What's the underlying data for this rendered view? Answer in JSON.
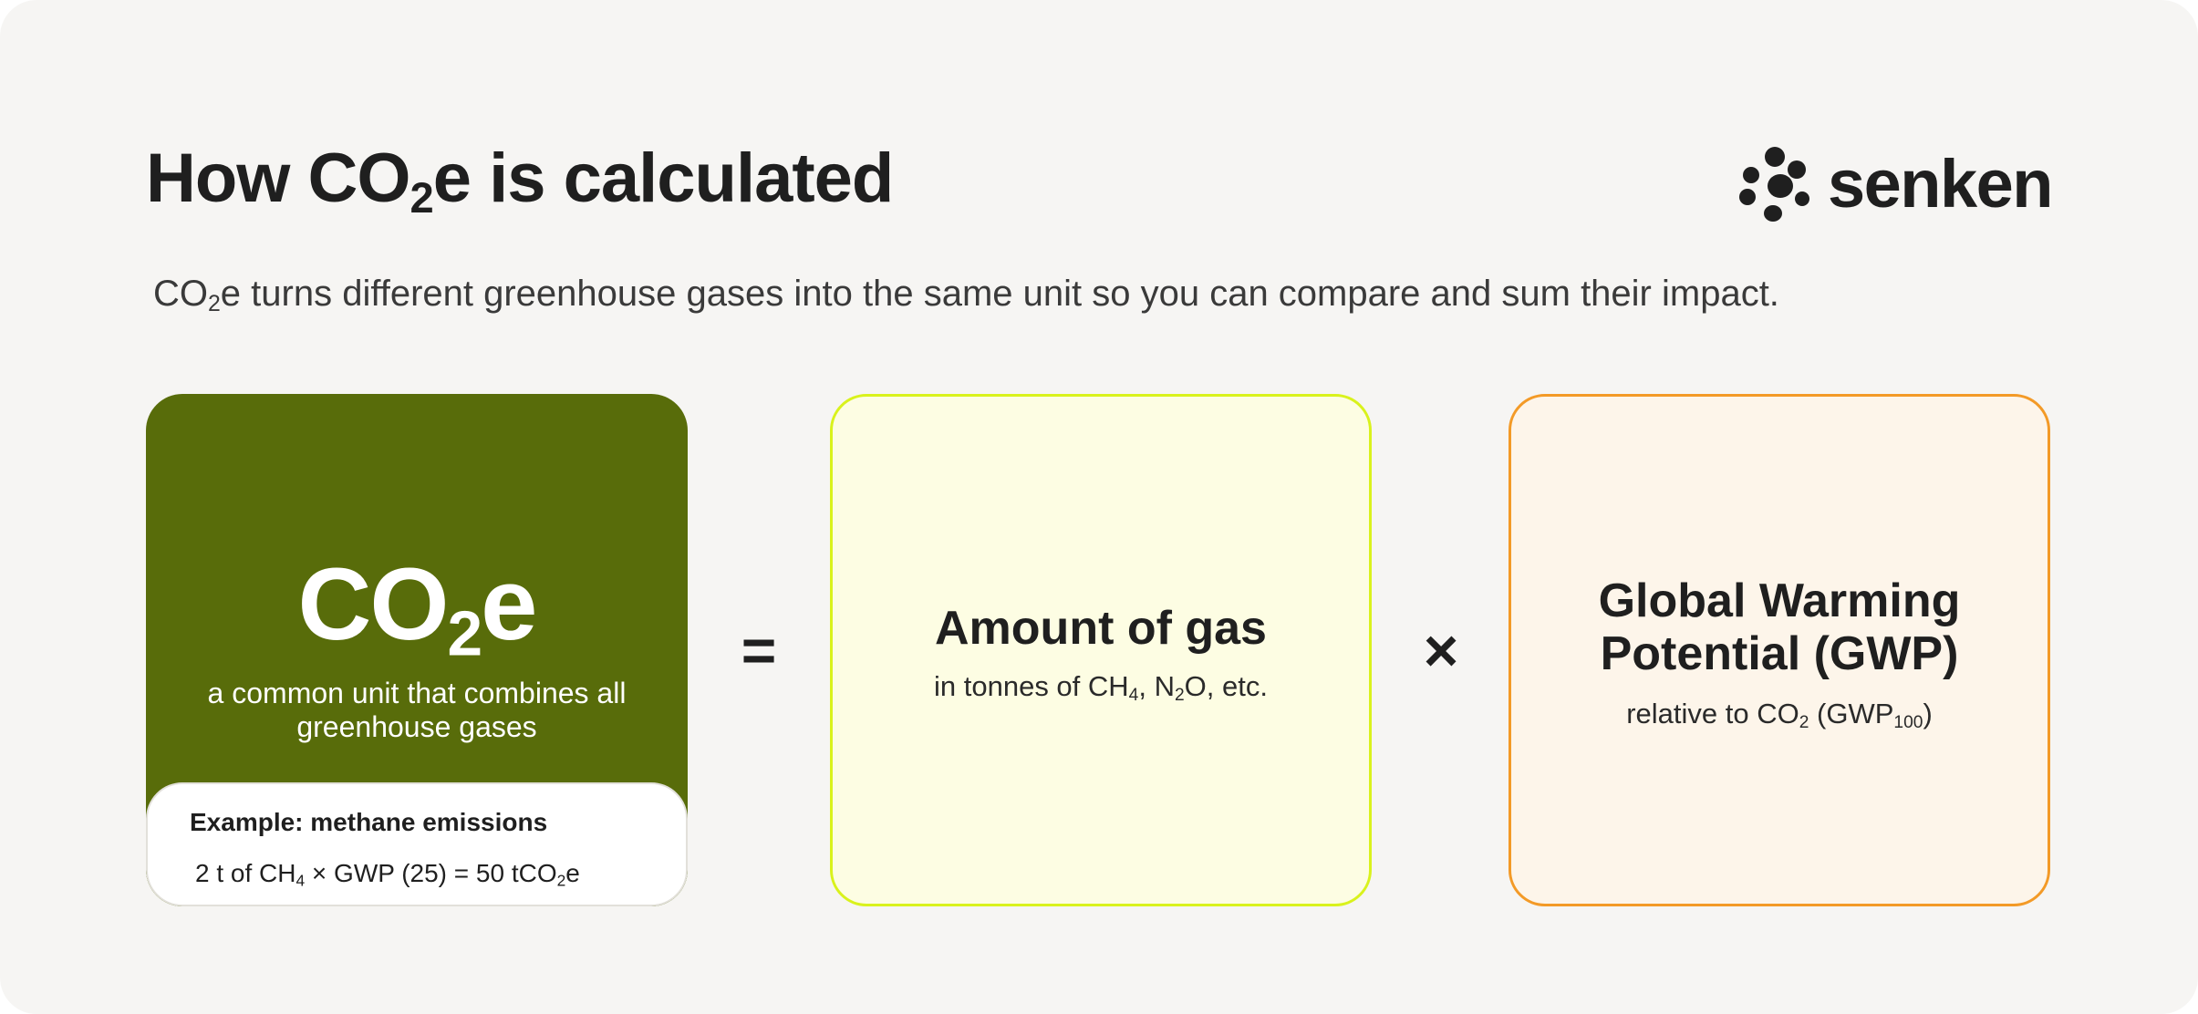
{
  "header": {
    "title_pre": "How CO",
    "title_sub": "2",
    "title_post": "e is calculated",
    "subtitle_pre": "CO",
    "subtitle_sub": "2",
    "subtitle_post": "e turns different greenhouse gases into the same unit so you can compare and sum their impact.",
    "logo_text": "senken",
    "logo_icon": "paw-dots-icon"
  },
  "co2e_box": {
    "heading_pre": "CO",
    "heading_sub": "2",
    "heading_post": "e",
    "description": "a common unit that combines all greenhouse gases",
    "color": "#586c0a",
    "example": {
      "title": "Example: methane emissions",
      "formula_1": "2 t of CH",
      "formula_sub_1": "4",
      "formula_2": " × GWP (25) = 50 tCO",
      "formula_sub_2": "2",
      "formula_3": "e"
    }
  },
  "operators": {
    "equals": "=",
    "times": "×"
  },
  "amount_box": {
    "heading": "Amount of gas",
    "sub_1": "in tonnes of CH",
    "sub_sub_1": "4",
    "sub_2": ", N",
    "sub_sub_2": "2",
    "sub_3": "O, etc.",
    "color": "#fdfde3",
    "border_color": "#d9f21c"
  },
  "gwp_box": {
    "heading_line_1": "Global Warming",
    "heading_line_2": "Potential (GWP)",
    "sub_1": "relative to CO",
    "sub_sub_1": "2",
    "sub_2": " (GWP",
    "sub_sub_2": "100",
    "sub_3": ")",
    "color": "#fdf5ea",
    "border_color": "#f39a27"
  }
}
